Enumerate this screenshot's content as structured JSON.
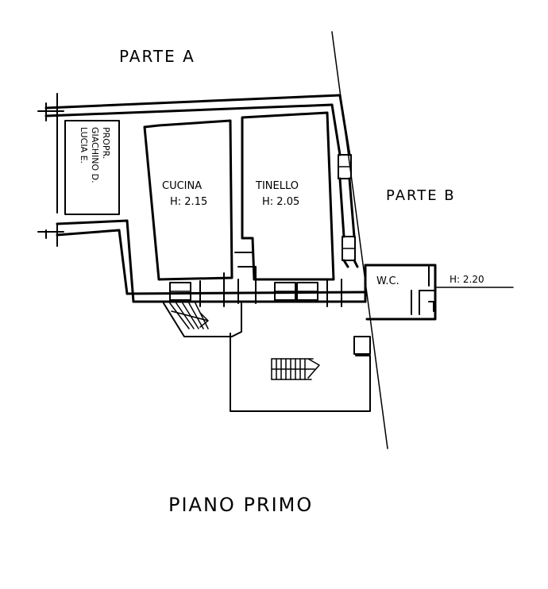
{
  "labels": {
    "part_a": "PARTE A",
    "part_b": "PARTE B",
    "neighbour_line1": "PROPR.",
    "neighbour_line2": "GIACHINO D.",
    "neighbour_line3": "LUCIA E.",
    "kitchen_name": "CUCINA",
    "kitchen_height": "H: 2.15",
    "tinello_name": "TINELLO",
    "tinello_height": "H: 2.05",
    "wc_name": "W.C.",
    "wc_height": "H: 2.20",
    "floor_title": "PIANO PRIMO"
  }
}
